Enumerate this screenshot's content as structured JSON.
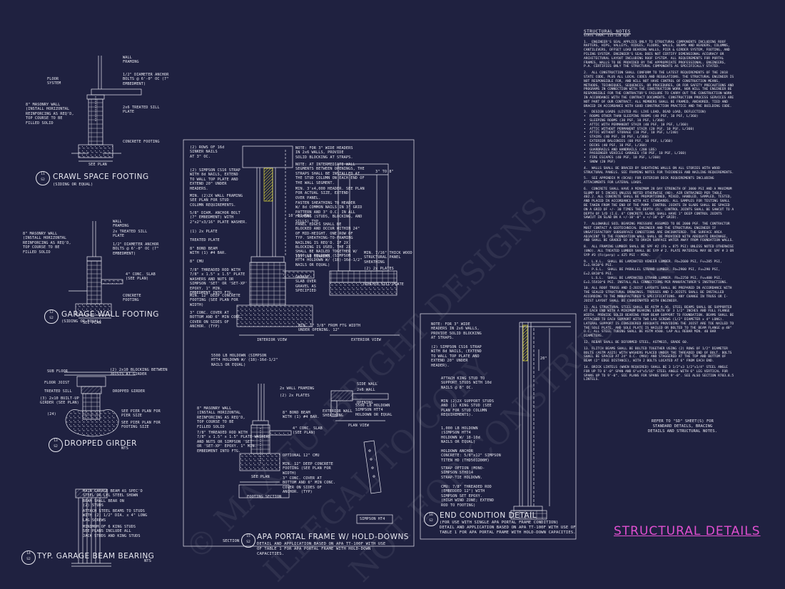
{
  "sheet": {
    "title": "STRUCTURAL DETAILS",
    "watermark_lines": [
      "© MAX FULBRIGHT DESIGNS",
      "ILLEGAL TO COPY",
      "NOT FOR CONSTRUCTION"
    ],
    "colors": {
      "background": "#1f2140",
      "linework": "#e8e8f0",
      "title": "#e04fd0",
      "highlight": "#e6e23a"
    }
  },
  "details": {
    "crawl_space": {
      "title": "CRAWL SPACE FOOTING",
      "subtitle": "(SIDING OR EQUAL)",
      "tag_top": "11",
      "tag_bottom": "S2",
      "notes": [
        "WALL\nFRAMING",
        "FLOOR\nSYSTEM",
        "1/2\" DIAMETER ANCHOR\nBOLTS @ 6'-0\" OC (7\"\nEMBEDMENT)",
        "8\" MASONRY WALL\n(INSTALL HORIZONTAL\nREINFORCING AS REQ'D,\nTOP COURSE TO BE\nFILLED SOLID",
        "2x6 TREATED SILL\nPLATE",
        "CONCRETE FOOTING",
        "SEE PLAN"
      ]
    },
    "garage_wall": {
      "title": "GARAGE WALL FOOTING",
      "subtitle": "(SIDING OR EQUAL)",
      "tag_top": "12",
      "tag_bottom": "S2",
      "notes": [
        "WALL\nFRAMING",
        "2x TREATED SILL\nPLATE",
        "1/2\" DIAMETER ANCHOR\nBOLTS @ 6'-0\" OC (7\"\nEMBEDMENT)",
        "8\" MASONRY WALL\n(INSTALL HORIZONTAL\nREINFORCING AS REQ'D,\nTOP COURSE TO BE\nFILLED SOLID",
        "4\" CONC. SLAB\n(SEE PLAN)",
        "CONCRETE\nFOOTING",
        "SEE PLAN"
      ]
    },
    "dropped_girder": {
      "title": "DROPPED GIRDER",
      "tag_top": "13",
      "tag_bottom": "S2",
      "scale": "NTS",
      "notes": [
        "SUB FLOOR",
        "FLOOR JOIST",
        "TREATED SILL",
        "(3) 2x10 BUILT-UP\nGIRDER (SEE PLAN)",
        "(2) 2x10 BLOCKING BETWEEN\nJOISTS AT GIRDER",
        "DROPPED GIRDER",
        "SEE PIER PLAN FOR\nPIER SIZE",
        "SEE PIER PLAN FOR\nFOOTING SIZE",
        "(24)"
      ]
    },
    "garage_beam": {
      "title": "TYP. GARAGE BEAM BEARING",
      "tag_top": "14",
      "tag_bottom": "S2",
      "scale": "NTS",
      "notes": [
        "MAIN GARAGE BEAM AS SPEC'D\nSTEEL OR LVL STEEL SHOWN",
        "BEAM SHALL BEAR ON\n(2) STUDS",
        "ATTACH STEEL BEAMS TO STUDS\nWITH (2) 1/2\" DIA. x 4\" LONG\nLAG SCREWS",
        "MINIMUM OF 6 KING STUDS\nSEE PLANS INCLUDE ALL\nJACK STUDS AND KING STUDS"
      ]
    },
    "portal_frame": {
      "title": "APA PORTAL FRAME W/ HOLD-DOWNS",
      "section_label": "SECTION",
      "tag_top": "15",
      "tag_bottom": "S2",
      "description": "DETAIL AND APPLICATION BASED ON APA TT-100F WITH USE\nOF TABLE 1 FOR APA PORTAL FRAME WITH HOLD-DOWN\nCAPACITIES.",
      "views": [
        "INTERIOR VIEW",
        "EXTERIOR VIEW",
        "FOOTING SECTION",
        "PLAN VIEW",
        "SIMPSON HT4"
      ],
      "left_notes": [
        "(2) ROWS OF 16d\nSINKER NAILS\nAT 3\" OC.",
        "(2) SIMPSON CS16 STRAP\nWITH 8d NAILS, EXTEND\nTO WALL TOP PLATE AND\nEXTEND 20\" UNDER\nHEADERS.",
        "MIN. (2)2X WALL FRAMING\nSEE PLAN FOR STUD\nCOLUMN REQUIREMENTS.",
        "5/8\" DIAM. ANCHOR BOLT\n(7\" EMBEDMENT) WITH\n2\"x2\"x3/16\" PLATE WASHER.",
        "(1) 2x PLATE",
        "TREATED PLATE",
        "8\" BOND BEAM\nWITH (1) #4 BAR.",
        "8\" CMU",
        "7/8\" THREADED ROD WITH\n7/8\" x 1.5\" x 1.5\" PLATE\nWASHERS AND NUTS OR\nSIMPSON 'SET' OR 'SET-XP'\nEPOXY. 1\" MIN.\nEMBEDMENT INTO FTG.",
        "MIN. 12\" DEEP CONCRETE\nFOOTING (SEE PLAN FOR\nWIDTH)",
        "3\" CONC. COVER AT\nBOTTOM AND 6\" MIN CONC.\nCOVER ON SIDES OF\nANCHOR. (TYP)"
      ],
      "right_notes": [
        "NOTE: FOR 3\" WIDE HEADERS\nIN 2x6 WALLS, PROVIDE\nSOLID BLOCKING AT STRAPS.",
        "NOTE: AT INTERMEDIATE WALL\nSEGMENTS BETWEEN OPENINGS, THE\nSTRAPS SHALL BE INSTALLED AT\nTHE STUD COLUMN ON EACH END OF\nTHE WALL SEGMENT.",
        "MIN. 3'x4,000 HEADER. SEE PLAN\nFOR ACTUAL SIZE, EXTEND\nOVER PANEL.",
        "FASTEN SHEATHING TO HEADER\nW/ 8d COMMON NAILS IN 3\" GRID\nPATTERN AND 3\" O.C. IN ALL\nFRAMING (STUDS, BLOCKING, AND\nSILLS) TYP.",
        "PANEL EDGES SHALL BE\nBLOCKED AND OCCUR WITHIN 24\"\nOF MID-HEIGHT. ONE ROW OF\nTYP. SHEATHING-TO-FRAMING\nNAILING IS REQ'D. IF 2X\nBLOCKING IS USED, THE 2X\nSHALL BE NAILED TOGETHER W/\n(3) 16d SINKERS.",
        "5500 LB HOLDOWN (SIMPSON\nHTT4 HOLDOWN W/ (18)-16d-1/2\"\nNAILS OR EQUAL)",
        "GARAGE\nSLAB OVER\nGRAVEL AS\nSPECIFIED",
        "MIN. 7/16\" THICK WOOD\nSTRUCTURAL PANEL\nSHEATHING",
        "(2) 2x PLATES",
        "TREATED SILL PLATE",
        "MIN. 1\" 3/8\" FROM FTG WIDTH\nUNDER OPENING. 12\""
      ],
      "dims": [
        "10'-0\" MAX",
        "3\" TO 8\""
      ],
      "lower_notes": [
        "5500 LB HOLDOWN (SIMPSON\nHTT4 HOLDOWN W/ (18)-16d-1/2\"\nNAILS OR EQUAL)",
        "2x WALL FRAMING",
        "(2) 2x PLATES",
        "8\" BOND BEAM\nWITH (1) #4 BAR.",
        "8\" MASONRY WALL\n(INSTALL HORIZONTAL\nREINFORCING AS REQ'D,\nTOP COURSE TO BE\nFILLED SOLID",
        "7/8\" THREADED ROD WITH\n7/8\" x 1.5\" x 1.5\" PLATE WASHERS\nAND NUTS OR SIMPSON 'SET'\nOR 'SET-XP' EPOXY. 1\" MIN.\nEMBEDMENT INTO FTG.",
        "4\" CONC. SLAB\n(SEE PLAN)",
        "OPTIONAL 12\" CMU",
        "MIN. 12\" DEEP CONCRETE\nFOOTING (SEE PLAN FOR\nWIDTH)",
        "3\" CONC. COVER AT\nBOTTOM AND 6\" MIN CONC.\nCOVER ON SIDES OF\nANCHOR. (TYP)",
        "SEE PLAN",
        "SIDE WALL",
        "2x6 WALL",
        "EXTERIOR WALL\nSHEATHING",
        "5500 LB HOLDOWN\nSIMPSON HTT4\nHOLDOWN OR EQUAL",
        "OPENING"
      ]
    },
    "end_condition": {
      "title": "END CONDITION DETAIL",
      "tag_top": "16",
      "tag_bottom": "S2",
      "description": "(FOR USE WITH SINGLE APA PORTAL FRAME CONDITION)\nDETAIL AND APPLICATION BASED ON APA TT-100F WITH USE OF\nTABLE 1 FOR APA PORTAL FRAME WITH HOLD-DOWN CAPACITIES.",
      "notes": [
        "NOTE: FOR 3\" WIDE\nHEADERS IN 2x6 WALLS,\nPROVIDE SOLID BLOCKING\nAT STRAPS.",
        "(2) SIMPSON CS16 STRAP\nWITH 8d NAILS, (EXTEND\nTO WALL TOP PLATE AND\nEXTEND 20\" UNDER\nHEADER).",
        "ATTACH KING STUD TO\nSUPPORT STUDS WITH 10d\nNAILS @ 8\" OC.",
        "MIN (2)2X SUPPORT STUDS\nAND (1) KING STUD (SEE\nPLAN FOR STUD COLUMN\nREQUIREMENTS).",
        "1,000 LB HOLDOWN\n(SIMPSON HTT4\nHOLDOWN W/ 18-10d\nNAILS OR EQUAL)",
        "HOLDOWN ANCHOR\nCONCRETE: 5/8\"x12\" SIMPSON\nTITEN HD (THD501200H)",
        "STRAP OPTION (MONO-\nSIMPSON STHD14\nSTRAP-TIE HOLDOWN.",
        "CMU: 7/8\" THREADED ROD\n(EMBEDDED 12\") WITH\nSIMPSON SET EPOXY.\n(HIGH WIND ZONE; EXTEND\nROD TO FOOTING)"
      ],
      "dim": "20\""
    }
  },
  "structural_notes": {
    "heading": "STRUCTURAL NOTES",
    "subheading": "STATE FHVA: 115-120 mph",
    "items": [
      "1.  ENGINEER'S SEAL APPLIES ONLY TO STRUCTURAL COMPONENTS INCLUDING ROOF RAFTERS, HIPS, VALLEYS, RIDGES, FLOORS, WALLS, BEAMS AND HEADERS, COLUMNS, CANTILEVERS, OFFSET LOAD BEARING WALLS, PIER & GIRDER SYSTEM, FOOTING, AND PILING SYSTEM. ENGINEER'S SEAL DOES NOT CERTIFY DIMENSIONAL ACCURACY OR ARCHITECTURAL LAYOUT INCLUDING ROOF SYSTEM. ALL REQUIREMENTS FOR PORTAL FRAMES, WALLS TO BE PROVIDED BY THE APPROPRIATE PROFESSIONAL. ENGINEERS, P.A. CERTIFIES ONLY THE STRUCTURAL COMPONENTS AS SPECIFICALLY STATED.",
      "2.  ALL CONSTRUCTION SHALL CONFORM TO THE LATEST REQUIREMENTS OF THE 2018 STATE CODE, PLUS ALL LOCAL CODES AND REGULATIONS. THE STRUCTURAL ENGINEER IS NOT RESPONSIBLE FOR, AND WILL NOT HAVE CONTROL OF CONSTRUCTION MEANS, METHODS, TECHNIQUES, SEQUENCES, OR PROCEDURES, OR FOR SAFETY PRECAUTIONS AND PROGRAMS IN CONNECTION WITH THE CONSTRUCTION WORK, NOR WILL THE ENGINEER BE RESPONSIBLE FOR THE CONTRACTOR'S FAILURE TO CARRY OUT THE CONSTRUCTION WORK IN ACCORDANCE WITH THE CONTRACT DOCUMENTS. CONSTRUCTION PROCESS SERVICES ARE NOT PART OF OUR CONTRACT. ALL MEMBERS SHALL BE FRAMED, ANCHORED, TIED AND BRACED IN ACCORDANCE WITH GOOD CONSTRUCTION PRACTICE AND THE BUILDING CODE.",
      "3.  DESIGN LOADS (LISTED AS: LIVE LOAD, DEAD LOAD, DEFLECTION)\n•  ROOMS OTHER THAN SLEEPING ROOMS (40 PSF, 10 PSF, L/360)\n•  SLEEPING ROOMS (30 PSF, 10 PSF, L/360)\n•  ATTIC WITH PERMANENT STAIR (40 PSF, 10 PSF, L/360)\n•  ATTIC WITHOUT PERMANENT STAIR (20 PSF, 10 PSF, L/360)\n•  ATTIC WITHOUT STORAGE (10 PSF, 10 PSF, L/240)\n•  STAIRS (40 PSF, 10 PSF, L/360)\n•  EXTERIOR BALCONIES (60 PSF, 10 PSF, L/360)\n•  DECKS (40 PSF, 10 PSF, L/360)\n•  GUARDRAILS AND HANDRAILS (200 LBS)\n•  PASSENGER VEHICLE GARAGES (50 PSF, 10 PSF, L/360)\n•  FIRE ESCAPES (40 PSF, 10 PSF, L/360)\n•  SNOW (20 PSF)",
      "4.  WALLS SHALL BE BRACED BY SHEATHING WALLS ON ALL STORIES WITH WOOD STRUCTURAL PANELS. SEE FRAMING NOTES FOR THICKNESS AND NAILING REQUIREMENTS.",
      "5.  SEE APPENDIX M (DCA6) FOR EXTERIOR DECK REQUIREMENTS INCLUDING ATTACHMENTS FOR LATERAL LOADS.",
      "6.  CONCRETE SHALL HAVE A MINIMUM 28 DAY STRENGTH OF 3000 PSI AND A MAXIMUM SLUMP OF 5 INCHES UNLESS NOTED OTHERWISE (NO). AIR ENTRAINED PER TABLE 402.2. ALL CONCRETE SHALL BE PROPORTIONED, MIXED, HANDLED, SAMPLED, TESTED, AND PLACED IN ACCORDANCE WITH ACI STANDARDS. ALL SAMPLES FOR TESTING SHALL BE TAKEN FROM THE END OF THE PUMP. CONTROL JOINTS IN SLABS SHALL BE SPACED ON A GRID OF +/- 30 TIMES THE DEPTH (D). CONTROL JOINTS SHALL BE SAWCUT TO A DEPTH OF 1/D (I.E. 4\" CONCRETE SLABS SHALL HAVE 1\" DEEP CONTROL JOINTS SAWCUT IN SLAB ON A +/-10'-0\" x +/-10'-0\" GRID).",
      "7.  ALLOWABLE SOIL BEARING PRESSURE ASSUMED TO BE 2000 PSF. THE CONTRACTOR MUST CONTACT A GEOTECHNICAL ENGINEER AND THE STRUCTURAL ENGINEER IF UNSATISFACTORY SUBSURFACE CONDITIONS ARE ENCOUNTERED. THE SURFACE AREA ADJACENT TO THE FOUNDATION WALL SHALL BE PROVIDED WITH ADEQUATE DRAINAGE, AND SHALL BE GRADED SO AS TO DRAIN SURFACE WATER AWAY FROM FOUNDATION WALLS.",
      "8.  ALL FRAMING LUMBER SHALL BE SPF #2 (Fb = 875 PSI) UNLESS NOTED OTHERWISE (UNO). ALL TREATED LUMBER SHALL BE SYP # 2. PLATE MATERIAL MAY BE SPF # 3 OR SYP #3 (Fc(perp) = 425 PSI - MIN).",
      "9.  L.V.L.  SHALL BE LAMINATED VENEER LUMBER. Fb=2600 PSI, Fv=285 PSI, E=1.9X10^6 PSI.\n    P.S.L.  SHALL BE PARALLEL STRAND LUMBER. Fb=2900 PSI, Fv=290 PSI, E=2.0X10^6 PSI.\n    L.S.L.  SHALL BE LAMINATED STRAND LUMBER. Fb=2250 PSI, Fv=400 PSI, E=1.55X10^6 PSI. INSTALL ALL CONNECTIONS PER MANUFACTURER'S INSTRUCTIONS.",
      "10. ALL ROOF TRUSS AND I-JOIST LAYOUTS SHALL BE PREPARED IN ACCORDANCE WITH THE SEALED STRUCTURAL DRAWINGS. TRUSSES AND I-JOISTS SHALL BE INSTALLED ACCORDING TO THE MANUFACTURER'S SPECIFICATIONS. ANY CHANGE IN TRUSS OR I-JOIST LAYOUT SHALL BE COORDINATED WITH ENGINEER.",
      "11. ALL STRUCTURAL STEEL SHALL BE ASTM A-36. STEEL BEAMS SHALL BE SUPPORTED AT EACH END WITH A MINIMUM BEARING LENGTH OF 3 1/2\" INCHES AND FULL FLANGE WIDTH. PROVIDE SOLID BEARING FROM BEAM SUPPORT TO FOUNDATION. BEAMS SHALL BE ATTACHED TO EACH SUPPORT WITH TWO LAG SCREWS (1/2\" DIAMETER x 4\" LONG). LATERAL SUPPORT IS CONSIDERED ADEQUATE PROVIDING THE JOIST ARE TOE NAILED TO THE SOLE PLATE, AND SOLE PLATE IS NAILED OR BOLTED TO THE BEAM FLANGE @ 48\" O.C. ALL STEEL TUBING SHALL BE ASTM A500. LAP ALL REBAR MIN. 40 BAR DIAMETERS.",
      "12. REBAR SHALL BE DEFORMED STEEL, ASTM615, GRADE 60.",
      "13. FLITCH BEAMS SHALL BE BOLTED TOGETHER USING (2) ROWS OF 1/2\" DIAMETER BOLTS (ASTM A325) WITH WASHERS PLACED UNDER THE THREADED END OF BOLT. BOLTS SHALL BE SPACED AT 24\" O.C. (MAX) AND STAGGERED AT THE TOP AND BOTTOM OF BEAM (2\" EDGE DISTANCE), WITH 2 BOLTS LOCATED AT 6\" FROM EACH END.",
      "14. BRICK LINTELS (WHEN REQUIRED) SHALL BE 3 1/2\"x3 1/2\"x1/4\" STEEL ANGLE FOR UP TO 6'-0\" SPAN AND 6\"x4\"x5/16\" STEEL ANGLE WITH 6\" LEG VERTICAL FOR SPANS UP TO 9'-0\". SEE PLANS FOR SPANS OVER 9'-0\". SEE ALSO SECTION R703.8.5 LINTELS."
    ],
    "footer": "REFER TO \"SD\" SHEET(S) FOR\nSTANDARD DETAILS, BRACING\nDETAILS AND STRUCTURAL NOTES."
  }
}
